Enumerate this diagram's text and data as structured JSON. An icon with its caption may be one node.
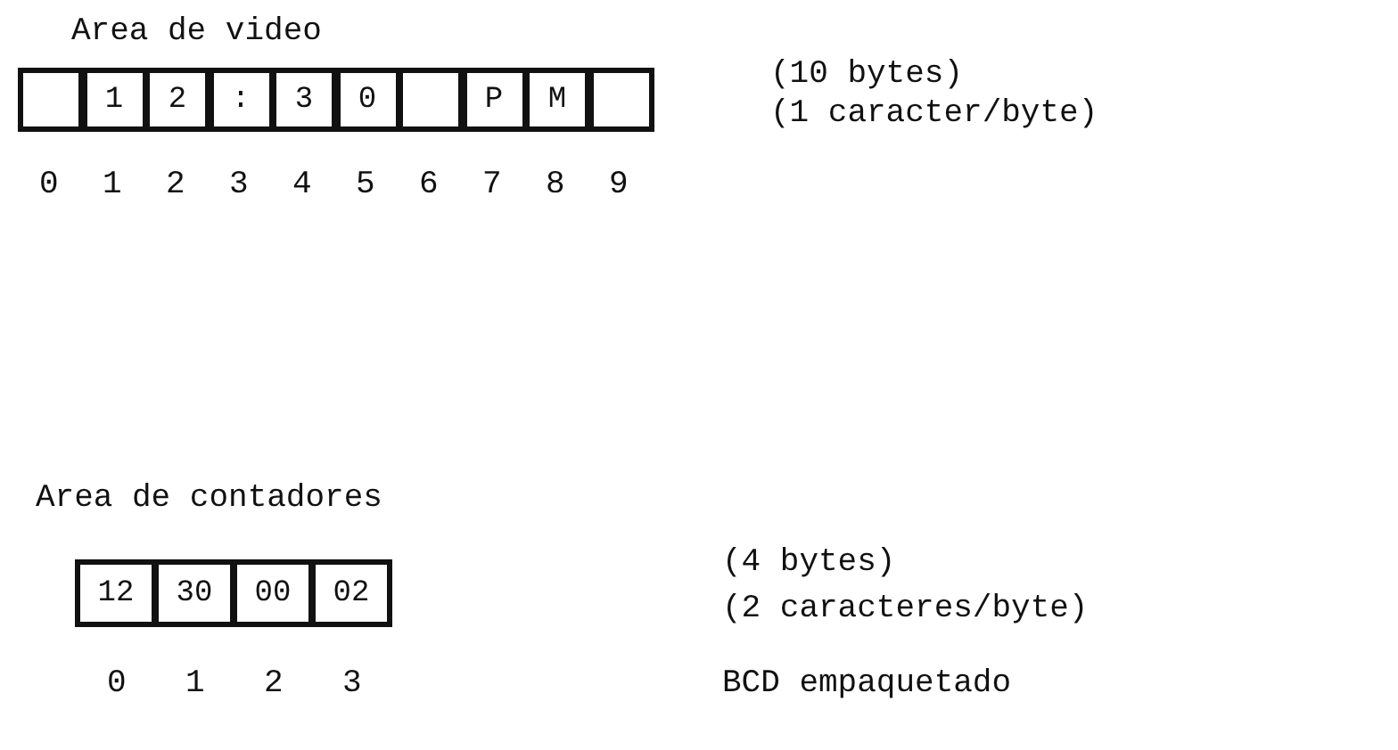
{
  "diagram": {
    "nodes": [
      {
        "text": [],
        "shape": "box"
      },
      {
        "text": [
          "1"
        ]
      },
      {
        "text": [
          "2"
        ]
      },
      {
        "text": [
          ":"
        ]
      },
      {
        "text": [
          "3"
        ]
      },
      {
        "text": [
          "0"
        ]
      },
      {
        "text": [],
        "shape": "box"
      },
      {
        "text": [
          "P"
        ]
      },
      {
        "text": [
          "M"
        ]
      },
      {
        "text": [],
        "shape": "box"
      },
      {
        "text": [
          "12"
        ]
      },
      {
        "text": [
          "30"
        ]
      },
      {
        "text": [
          "00"
        ]
      },
      {
        "text": [
          "02"
        ]
      }
    ],
    "labels": [
      "Area de video",
      "(10 bytes)",
      "(1 caracter/byte)",
      "0",
      "1",
      "2",
      "3",
      "4",
      "5",
      "6",
      "7",
      "8",
      "9",
      "Area de contadores",
      "(4 bytes)",
      "(2 caracteres/byte)",
      "0",
      "1",
      "2",
      "3",
      "BCD empaquetado"
    ]
  }
}
